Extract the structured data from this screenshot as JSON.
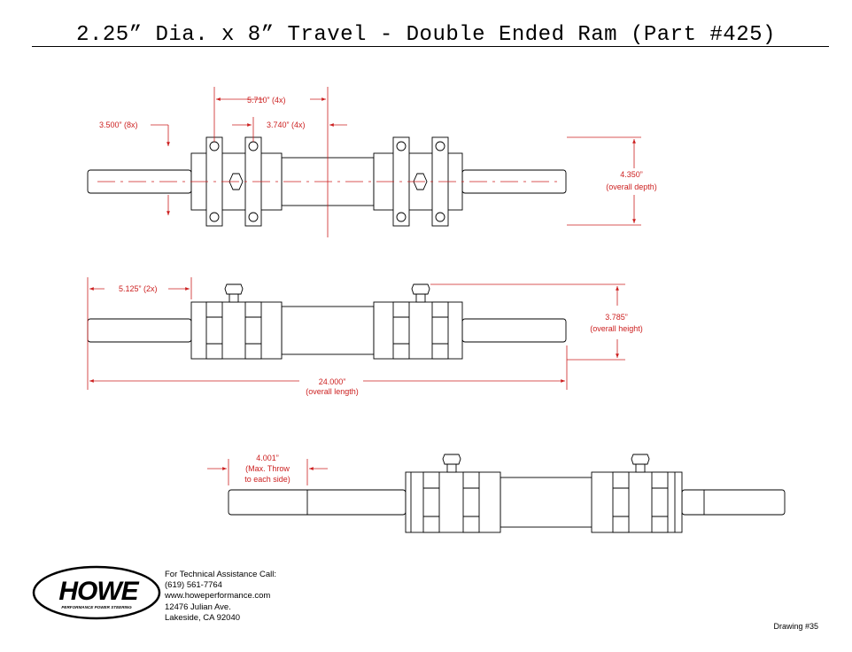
{
  "title": "2.25” Dia. x 8” Travel - Double Ended Ram (Part #425)",
  "colors": {
    "dimension": "#cc1f1f",
    "line": "#000000"
  },
  "top_view": {
    "dim_spacing": "5.710” (4x)",
    "dim_inner": "3.740” (4x)",
    "dim_bolt": "3.500” (8x)",
    "dim_depth": "4.350”",
    "dim_depth_note": "(overall depth)"
  },
  "side_view": {
    "dim_shaft": "5.125” (2x)",
    "dim_height": "3.785”",
    "dim_height_note": "(overall height)",
    "dim_length": "24.000”",
    "dim_length_note": "(overall length)"
  },
  "extended_view": {
    "dim_throw": "4.001”",
    "dim_throw_note1": "(Max. Throw",
    "dim_throw_note2": "to each side)"
  },
  "logo": {
    "text": "HOWE",
    "tagline": "PERFORMANCE POWER STEERING"
  },
  "contact": {
    "line1": "For Technical Assistance Call:",
    "phone": "(619) 561-7764",
    "website": "www.howeperformance.com",
    "street": "12476 Julian Ave.",
    "city": "Lakeside, CA 92040"
  },
  "drawing_number": "Drawing #35"
}
